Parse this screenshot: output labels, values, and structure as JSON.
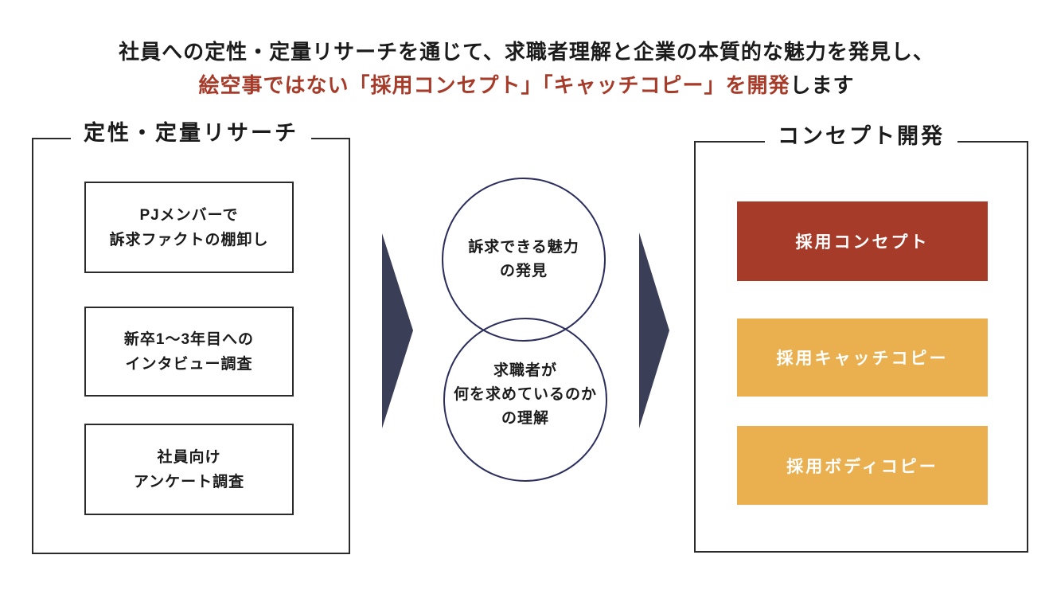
{
  "title": {
    "line1": "社員への定性・定量リサーチを通じて、求職者理解と企業の本質的な魅力を発見し、",
    "line2_highlight": "絵空事ではない「採用コンセプト」「キャッチコピー」を開発",
    "line2_suffix": "します",
    "highlight_color": "#a63b29"
  },
  "left_section": {
    "title": "定性・定量リサーチ",
    "items": [
      {
        "line1": "PJメンバーで",
        "line2": "訴求ファクトの棚卸し"
      },
      {
        "line1": "新卒1〜3年目への",
        "line2": "インタビュー調査"
      },
      {
        "line1": "社員向け",
        "line2": "アンケート調査"
      }
    ]
  },
  "center": {
    "circle_stroke": "#2c2f5e",
    "circle_top": {
      "line1": "訴求できる魅力",
      "line2": "の発見"
    },
    "circle_bottom": {
      "line1": "求職者が",
      "line2": "何を求めているのか",
      "line3": "の理解"
    }
  },
  "arrows": {
    "color": "#3b3e57"
  },
  "right_section": {
    "title": "コンセプト開発",
    "items": [
      {
        "label": "採用コンセプト",
        "color": "#a63b29",
        "text_color": "#ffffff"
      },
      {
        "label": "採用キャッチコピー",
        "color": "#eab04f",
        "text_color": "#ffffff"
      },
      {
        "label": "採用ボディコピー",
        "color": "#eab04f",
        "text_color": "#ffffff"
      }
    ]
  }
}
